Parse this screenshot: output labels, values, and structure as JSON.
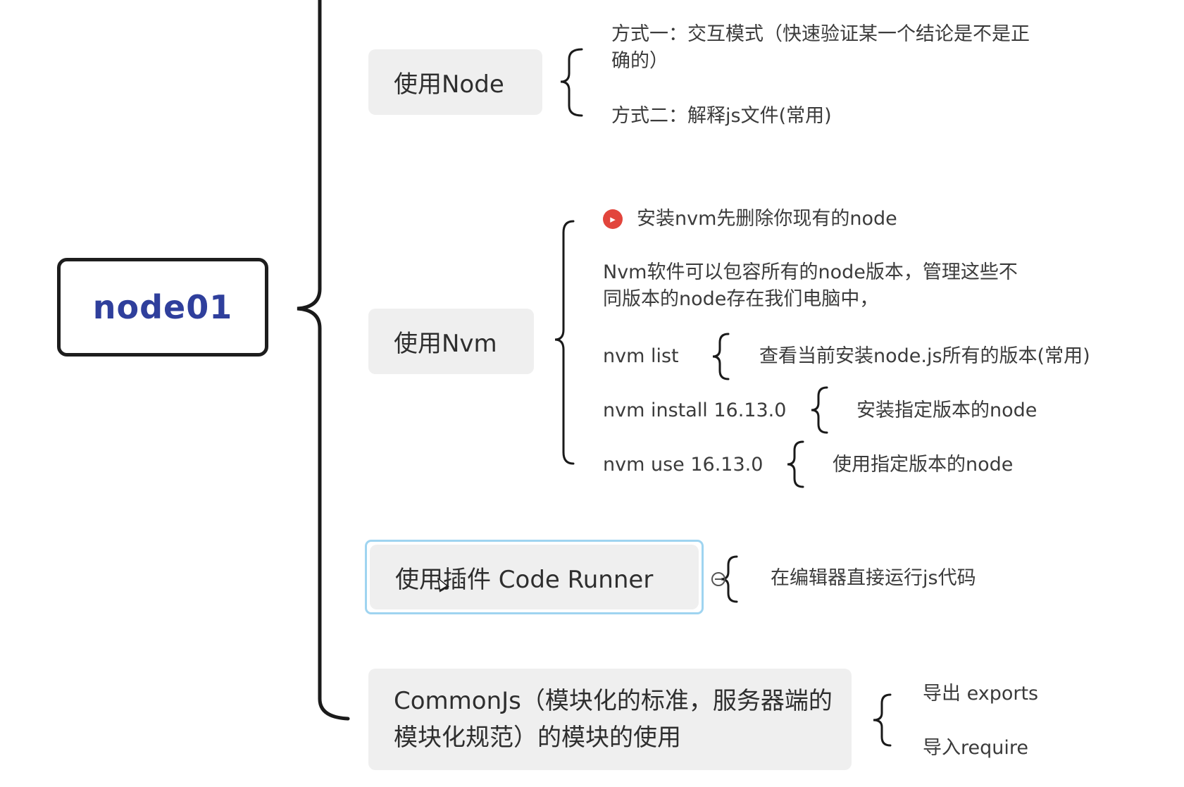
{
  "root": {
    "label": "node01"
  },
  "branches": [
    {
      "label": "使用Node",
      "children": [
        {
          "text": "方式一：交互模式（快速验证某一个结论是不是正确的）"
        },
        {
          "text": "方式二：解释js文件(常用)"
        }
      ]
    },
    {
      "label": "使用Nvm",
      "flag_icon": "flag-icon",
      "children": [
        {
          "text": "安装nvm先删除你现有的node"
        },
        {
          "text": "Nvm软件可以包容所有的node版本，管理这些不同版本的node存在我们电脑中，"
        },
        {
          "text": "nvm list",
          "detail": "查看当前安装node.js所有的版本(常用)"
        },
        {
          "text": "nvm install 16.13.0",
          "detail": "安装指定版本的node"
        },
        {
          "text": "nvm use 16.13.0",
          "detail": "使用指定版本的node"
        }
      ]
    },
    {
      "label": "使用插件 Code Runner",
      "selected": true,
      "collapse_icon": "collapse-icon",
      "children": [
        {
          "text": "在编辑器直接运行js代码"
        }
      ]
    },
    {
      "label": "CommonJs（模块化的标准，服务器端的模块化规范）的模块的使用",
      "children": [
        {
          "text": "导出 exports"
        },
        {
          "text": "导入require"
        }
      ]
    }
  ],
  "colors": {
    "root_text": "#2f3f9c",
    "topic_bg": "#efefef",
    "selected_border": "#9fd4f0",
    "flag": "#e2453c",
    "line": "#1a1a1a"
  }
}
